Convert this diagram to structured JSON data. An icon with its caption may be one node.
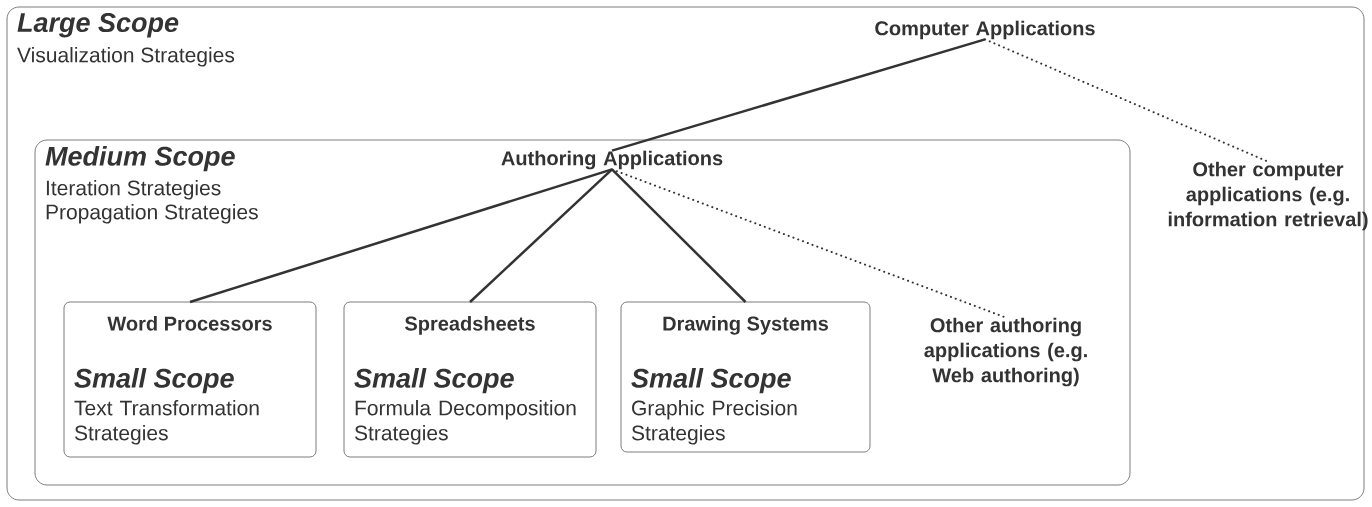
{
  "diagram": {
    "nodes": [
      {
        "text": [
          "Large Scope",
          "Visualization Strategies"
        ]
      },
      {
        "text": [
          "Computer Applications"
        ],
        "in": 0
      },
      {
        "text": [
          "Medium Scope",
          "Iteration Strategies",
          "Propagation Strategies"
        ],
        "in": 0
      },
      {
        "text": [
          "Authoring Applications"
        ],
        "in": 2
      },
      {
        "text": [
          "Other computer applications (e.g. information retrieval)"
        ],
        "in": 0
      },
      {
        "text": [
          "Word Processors",
          "Small Scope",
          "Text Transformation Strategies"
        ],
        "in": 2
      },
      {
        "text": [
          "Spreadsheets",
          "Small Scope",
          "Formula Decomposition Strategies"
        ],
        "in": 2
      },
      {
        "text": [
          "Drawing Systems",
          "Small Scope",
          "Graphic Precision Strategies"
        ],
        "in": 2
      },
      {
        "text": [
          "Other authoring applications (e.g. Web authoring)"
        ],
        "in": 2
      }
    ],
    "edges": [
      {
        "from": 1,
        "to": 3,
        "arrow": "none"
      },
      {
        "from": 1,
        "to": 4,
        "arrow": "none",
        "style": "dashed"
      },
      {
        "from": 3,
        "to": 5,
        "arrow": "none"
      },
      {
        "from": 3,
        "to": 6,
        "arrow": "none"
      },
      {
        "from": 3,
        "to": 7,
        "arrow": "none"
      },
      {
        "from": 3,
        "to": 8,
        "arrow": "none",
        "style": "dashed"
      }
    ]
  }
}
